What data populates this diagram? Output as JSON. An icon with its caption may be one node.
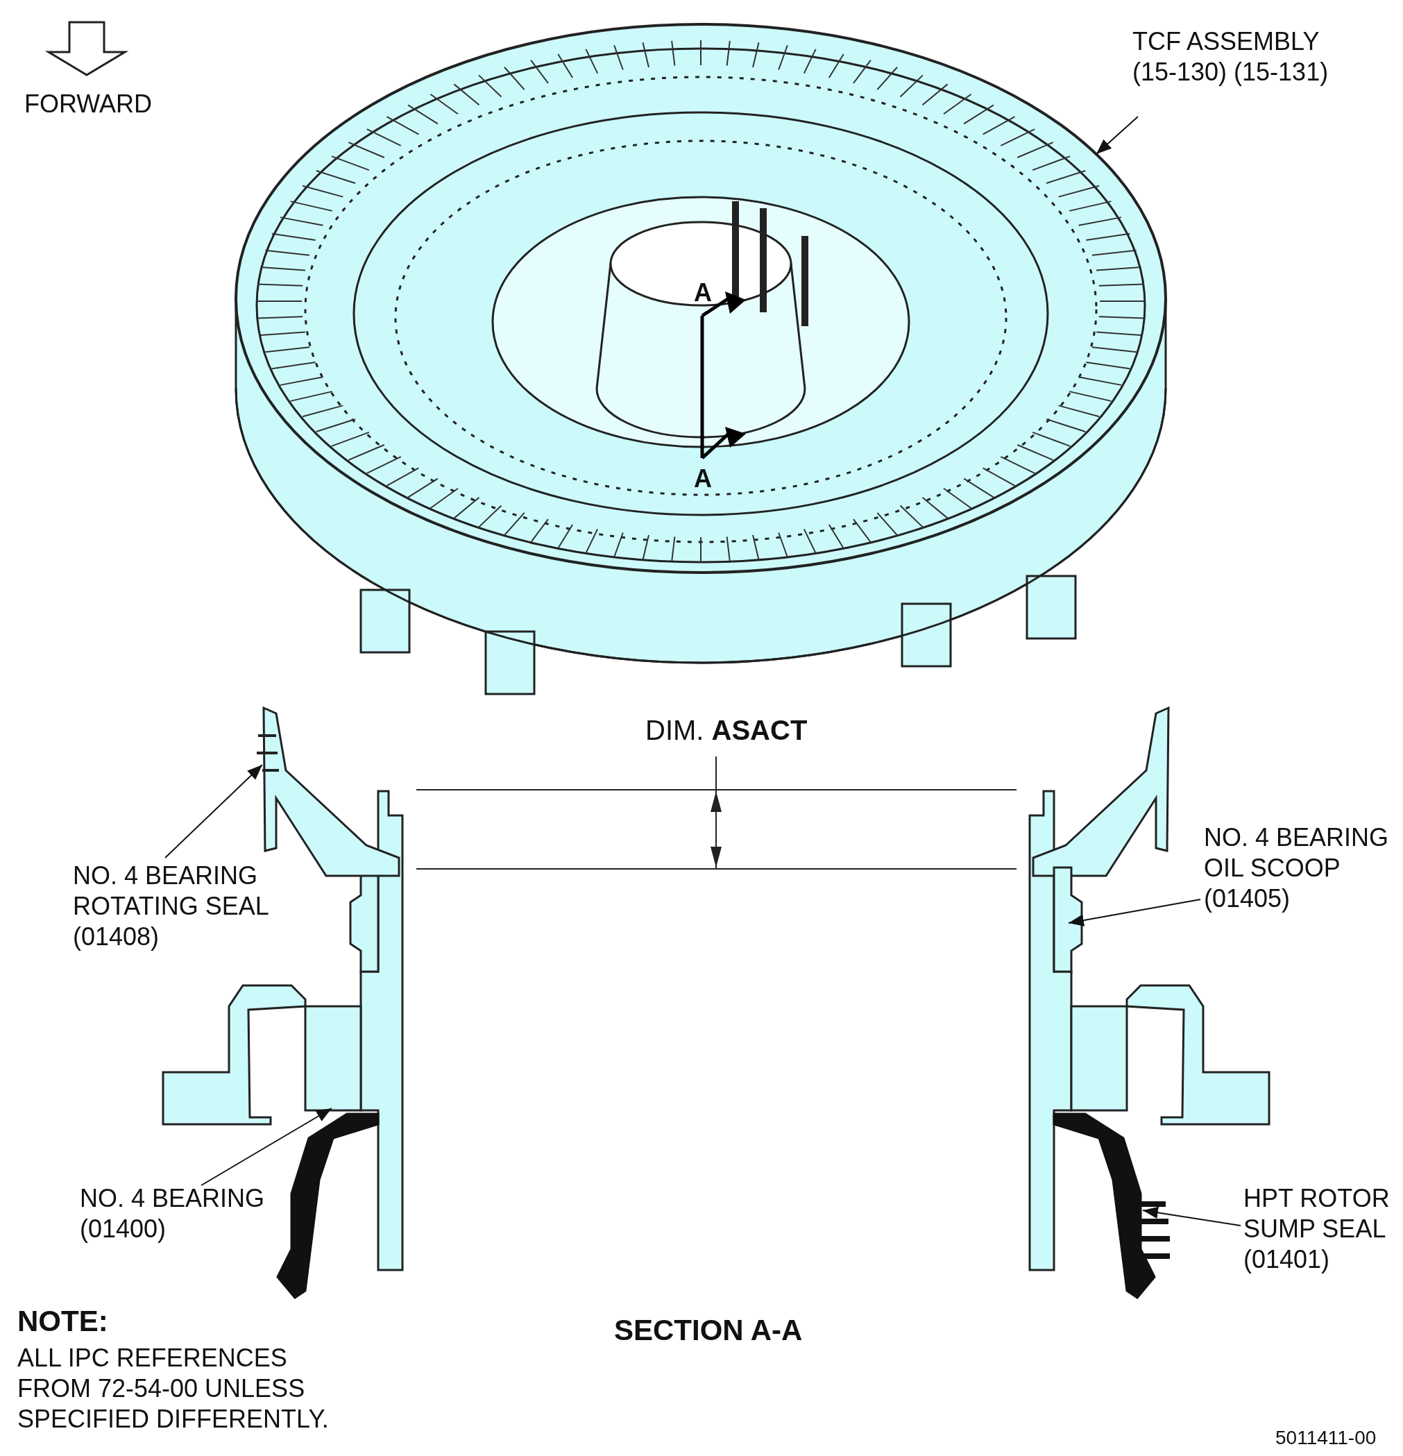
{
  "diagram": {
    "nodes": [
      {
        "text": [
          "TCF ASSEMBLY (15-130) (15-131)"
        ]
      },
      {
        "text": [],
        "shape": "picture"
      },
      {
        "text": [
          "NO. 4 BEARING ROTATING SEAL (01408)"
        ]
      },
      {
        "text": [],
        "shape": "picture"
      },
      {
        "text": [
          "NO. 4 BEARING OIL SCOOP (01405)"
        ]
      },
      {
        "text": [],
        "shape": "box"
      },
      {
        "text": [
          "NO. 4 BEARING (01400)"
        ]
      },
      {
        "text": [],
        "shape": "box"
      },
      {
        "text": [
          "HPT ROTOR SUMP SEAL (01401)"
        ]
      },
      {
        "text": [],
        "shape": "picture"
      }
    ],
    "edges": [
      {
        "from": 0,
        "to": 1,
        "arrow": "to"
      },
      {
        "from": 2,
        "to": 3,
        "arrow": "to"
      },
      {
        "from": 4,
        "to": 5,
        "arrow": "to"
      },
      {
        "from": 6,
        "to": 7,
        "arrow": "to"
      },
      {
        "from": 8,
        "to": 9,
        "arrow": "to"
      }
    ],
    "labels": [
      "FORWARD",
      "A",
      "A",
      "DIM. **ASACT**",
      "SECTION A-A",
      "NOTE:",
      "ALL IPC REFERENCES FROM 72-54-00 UNLESS SPECIFIED DIFFERENTLY.",
      "5011411-00"
    ]
  }
}
